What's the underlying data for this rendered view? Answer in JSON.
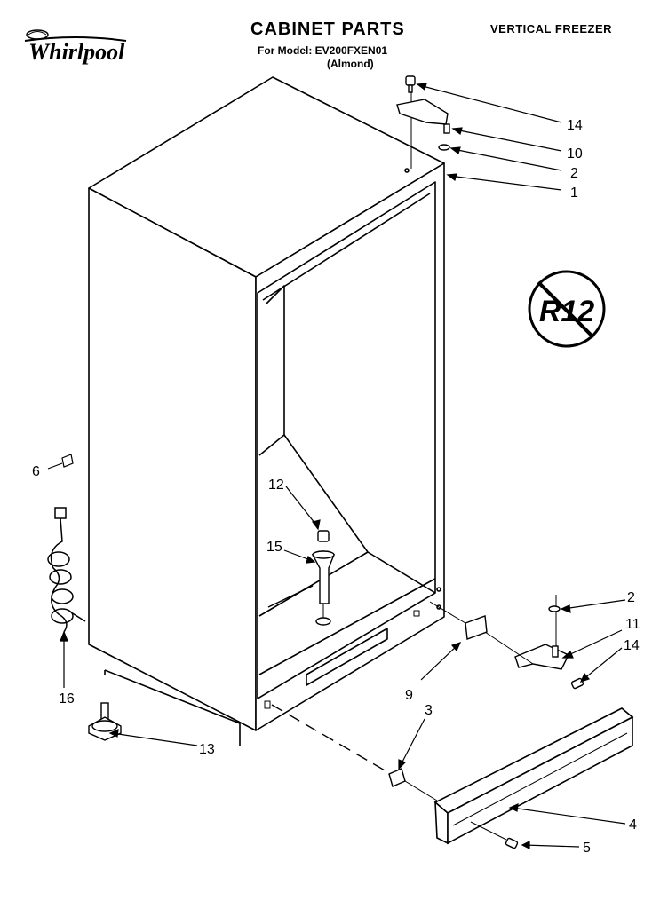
{
  "header": {
    "brand_name": "Whirlpool",
    "title": "CABINET PARTS",
    "model_line": "For Model: EV200FXEN01",
    "color_line": "(Almond)",
    "category": "VERTICAL FREEZER"
  },
  "badge": {
    "text": "R12",
    "meaning": "no R12 refrigerant"
  },
  "callouts": [
    {
      "id": "c-14a",
      "label": "14"
    },
    {
      "id": "c-10",
      "label": "10"
    },
    {
      "id": "c-2a",
      "label": "2"
    },
    {
      "id": "c-1",
      "label": "1"
    },
    {
      "id": "c-6",
      "label": "6"
    },
    {
      "id": "c-12",
      "label": "12"
    },
    {
      "id": "c-15",
      "label": "15"
    },
    {
      "id": "c-16",
      "label": "16"
    },
    {
      "id": "c-2b",
      "label": "2"
    },
    {
      "id": "c-11",
      "label": "11"
    },
    {
      "id": "c-14b",
      "label": "14"
    },
    {
      "id": "c-9",
      "label": "9"
    },
    {
      "id": "c-3",
      "label": "3"
    },
    {
      "id": "c-13",
      "label": "13"
    },
    {
      "id": "c-4",
      "label": "4"
    },
    {
      "id": "c-5",
      "label": "5"
    }
  ],
  "colors": {
    "line": "#000000",
    "background": "#ffffff"
  }
}
